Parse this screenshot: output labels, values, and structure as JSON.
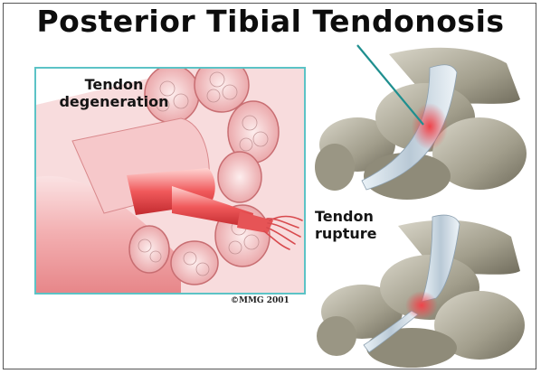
{
  "title": "Posterior Tibial Tendonosis",
  "labels": {
    "degeneration_line1": "Tendon",
    "degeneration_line2": "degeneration",
    "rupture_line1": "Tendon",
    "rupture_line2": "rupture"
  },
  "copyright": "©MMG 2001",
  "colors": {
    "panel_border": "#5cc3c6",
    "pointer_line": "#1f8f8f",
    "tendon_red": "#e8494a",
    "bone": "#a7a392"
  }
}
